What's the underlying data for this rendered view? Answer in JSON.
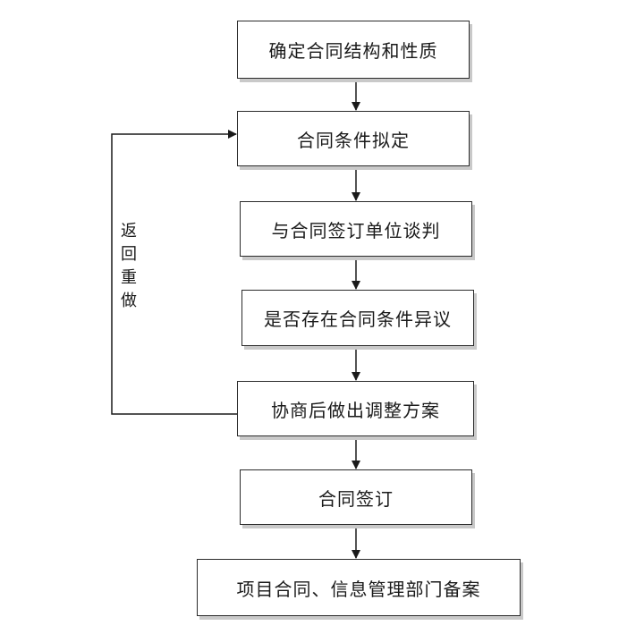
{
  "steps": [
    "确定合同结构和性质",
    "合同条件拟定",
    "与合同签订单位谈判",
    "是否存在合同条件异议",
    "协商后做出调整方案",
    "合同签订",
    "项目合同、信息管理部门备案"
  ],
  "loop_label": [
    "返",
    "回",
    "重",
    "做"
  ],
  "colors": {
    "line": "#1a1a1a",
    "border": "#2b2b2b",
    "shadow": "#c9c9c9",
    "background": "#ffffff"
  }
}
